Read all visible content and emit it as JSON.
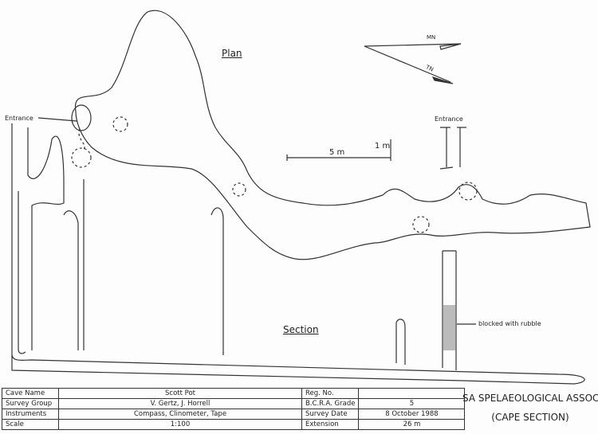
{
  "plan": {
    "title": "Plan",
    "entrance": "Entrance",
    "scale_5m": "5 m",
    "scale_1m": "1 m",
    "north_mn": "MN",
    "north_tn": "TN"
  },
  "section": {
    "title": "Section",
    "entrance": "Entrance",
    "blocked": "blocked with rubble"
  },
  "table": {
    "rows": [
      {
        "l1": "Cave Name",
        "v1": "Scott Pot",
        "l2": "Reg. No.",
        "v2": ""
      },
      {
        "l1": "Survey Group",
        "v1": "V. Gertz, J. Horrell",
        "l2": "B.C.R.A. Grade",
        "v2": "5"
      },
      {
        "l1": "Instruments",
        "v1": "Compass, Clinometer, Tape",
        "l2": "Survey Date",
        "v2": "8 October 1988"
      },
      {
        "l1": "Scale",
        "v1": "1:100",
        "l2": "Extension",
        "v2": "26 m"
      }
    ],
    "org_line1": "SA SPELAEOLOGICAL ASSOCIATION",
    "org_line2": "(CAPE SECTION)"
  }
}
